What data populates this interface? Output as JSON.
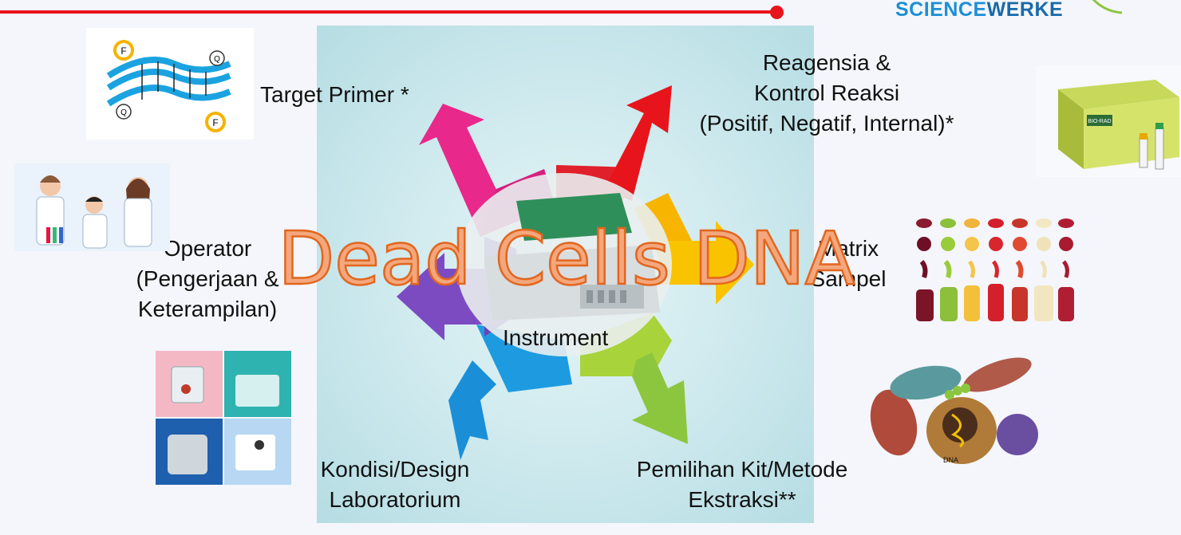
{
  "logo": {
    "part1": "SCIENCE",
    "part2": "WERKE"
  },
  "title": "Dead Cells DNA",
  "labels": {
    "target_primer": "Target Primer *",
    "reagensia_line1": "Reagensia &",
    "reagensia_line2": "Kontrol Reaksi",
    "reagensia_line3": "(Positif, Negatif, Internal)*",
    "operator_line1": "Operator",
    "operator_line2": "(Pengerjaan &",
    "operator_line3": "Keterampilan)",
    "matrix_line1": "Matrix",
    "matrix_line2": "Sampel",
    "instrument": "Instrument",
    "kondisi_line1": "Kondisi/Design",
    "kondisi_line2": "Laboratorium",
    "pemilihan_line1": "Pemilihan Kit/Metode",
    "pemilihan_line2": "Ekstraksi**"
  },
  "images": {
    "probe_letters": {
      "f": "F",
      "q": "Q"
    },
    "dna_label": "DNA",
    "kit_brand": "BIO-RAD"
  },
  "colors": {
    "accent_red": "#e8141b",
    "title_fill": "#f4a77d",
    "title_stroke": "#e2661f",
    "logo_blue": "#1e8fd6"
  }
}
